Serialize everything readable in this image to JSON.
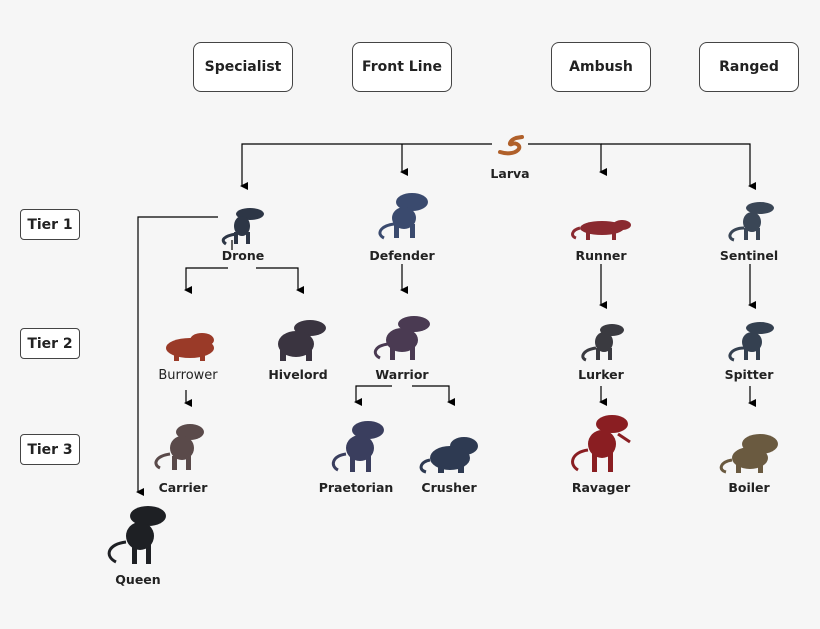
{
  "categories": {
    "specialist": "Specialist",
    "front_line": "Front Line",
    "ambush": "Ambush",
    "ranged": "Ranged"
  },
  "tiers": {
    "tier1": "Tier 1",
    "tier2": "Tier 2",
    "tier3": "Tier 3"
  },
  "nodes": {
    "larva": "Larva",
    "drone": "Drone",
    "defender": "Defender",
    "runner": "Runner",
    "sentinel": "Sentinel",
    "burrower": "Burrower",
    "hivelord": "Hivelord",
    "warrior": "Warrior",
    "lurker": "Lurker",
    "spitter": "Spitter",
    "carrier": "Carrier",
    "praetorian": "Praetorian",
    "crusher": "Crusher",
    "ravager": "Ravager",
    "boiler": "Boiler",
    "queen": "Queen"
  },
  "sprite_colors": {
    "larva": "#b0602a",
    "drone": "#2d3646",
    "defender": "#3a4a6e",
    "runner": "#8a2a30",
    "sentinel": "#3a4656",
    "burrower": "#9a3a28",
    "hivelord": "#3a3440",
    "warrior": "#4a3a52",
    "lurker": "#3a3a40",
    "spitter": "#344050",
    "carrier": "#5a4a4a",
    "praetorian": "#3a3e5e",
    "crusher": "#2e3a52",
    "ravager": "#8a1e22",
    "boiler": "#6a5a40",
    "queen": "#1e2024"
  }
}
